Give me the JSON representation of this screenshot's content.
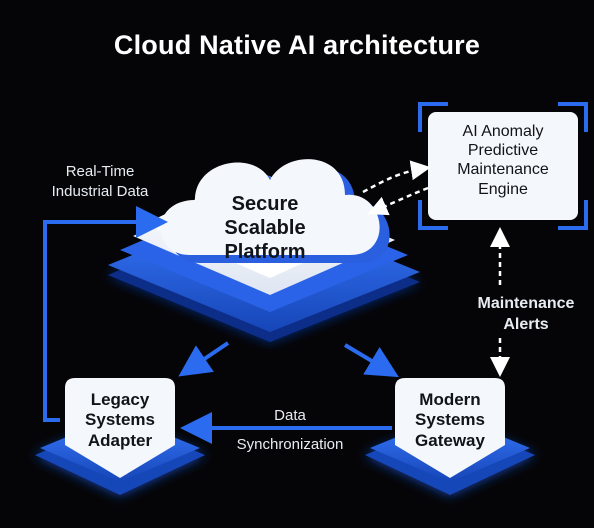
{
  "title": "Cloud Native AI architecture",
  "nodes": {
    "platform": {
      "line1": "Secure",
      "line2": "Scalable",
      "line3": "Platform"
    },
    "ai_engine": {
      "line1": "AI Anomaly",
      "line2": "Predictive",
      "line3": "Maintenance",
      "line4": "Engine"
    },
    "legacy": {
      "line1": "Legacy",
      "line2": "Systems",
      "line3": "Adapter"
    },
    "gateway": {
      "line1": "Modern",
      "line2": "Systems",
      "line3": "Gateway"
    }
  },
  "edges": {
    "realtime": {
      "line1": "Real-Time",
      "line2": "Industrial Data"
    },
    "alerts": {
      "line1": "Maintenance",
      "line2": "Alerts"
    },
    "sync": {
      "line1": "Data",
      "line2": "Synchronization"
    }
  },
  "colors": {
    "accent": "#1f5fe0",
    "background": "#050507",
    "panel": "#f4f7fc"
  }
}
